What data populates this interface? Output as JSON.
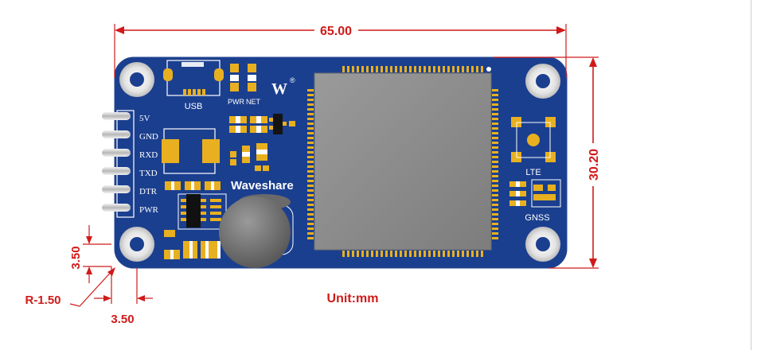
{
  "dimensions": {
    "width": "65.00",
    "height": "30.20",
    "hole_offset_vertical": "3.50",
    "hole_offset_horizontal": "3.50",
    "corner_radius": "R-1.50",
    "unit": "Unit:mm"
  },
  "board": {
    "brand": "Waveshare",
    "usb_label": "USB",
    "pwr_label": "PWR",
    "net_label": "NET",
    "lte_label": "LTE",
    "gnss_label": "GNSS",
    "pins": [
      "5V",
      "GND",
      "RXD",
      "TXD",
      "DTR",
      "PWR"
    ],
    "logo_mark": "W",
    "registered": "®"
  },
  "colors": {
    "board": "#1b3f8f",
    "dimension": "#d01a1a",
    "module": "#8b8b8b",
    "gold": "#e8b020"
  }
}
